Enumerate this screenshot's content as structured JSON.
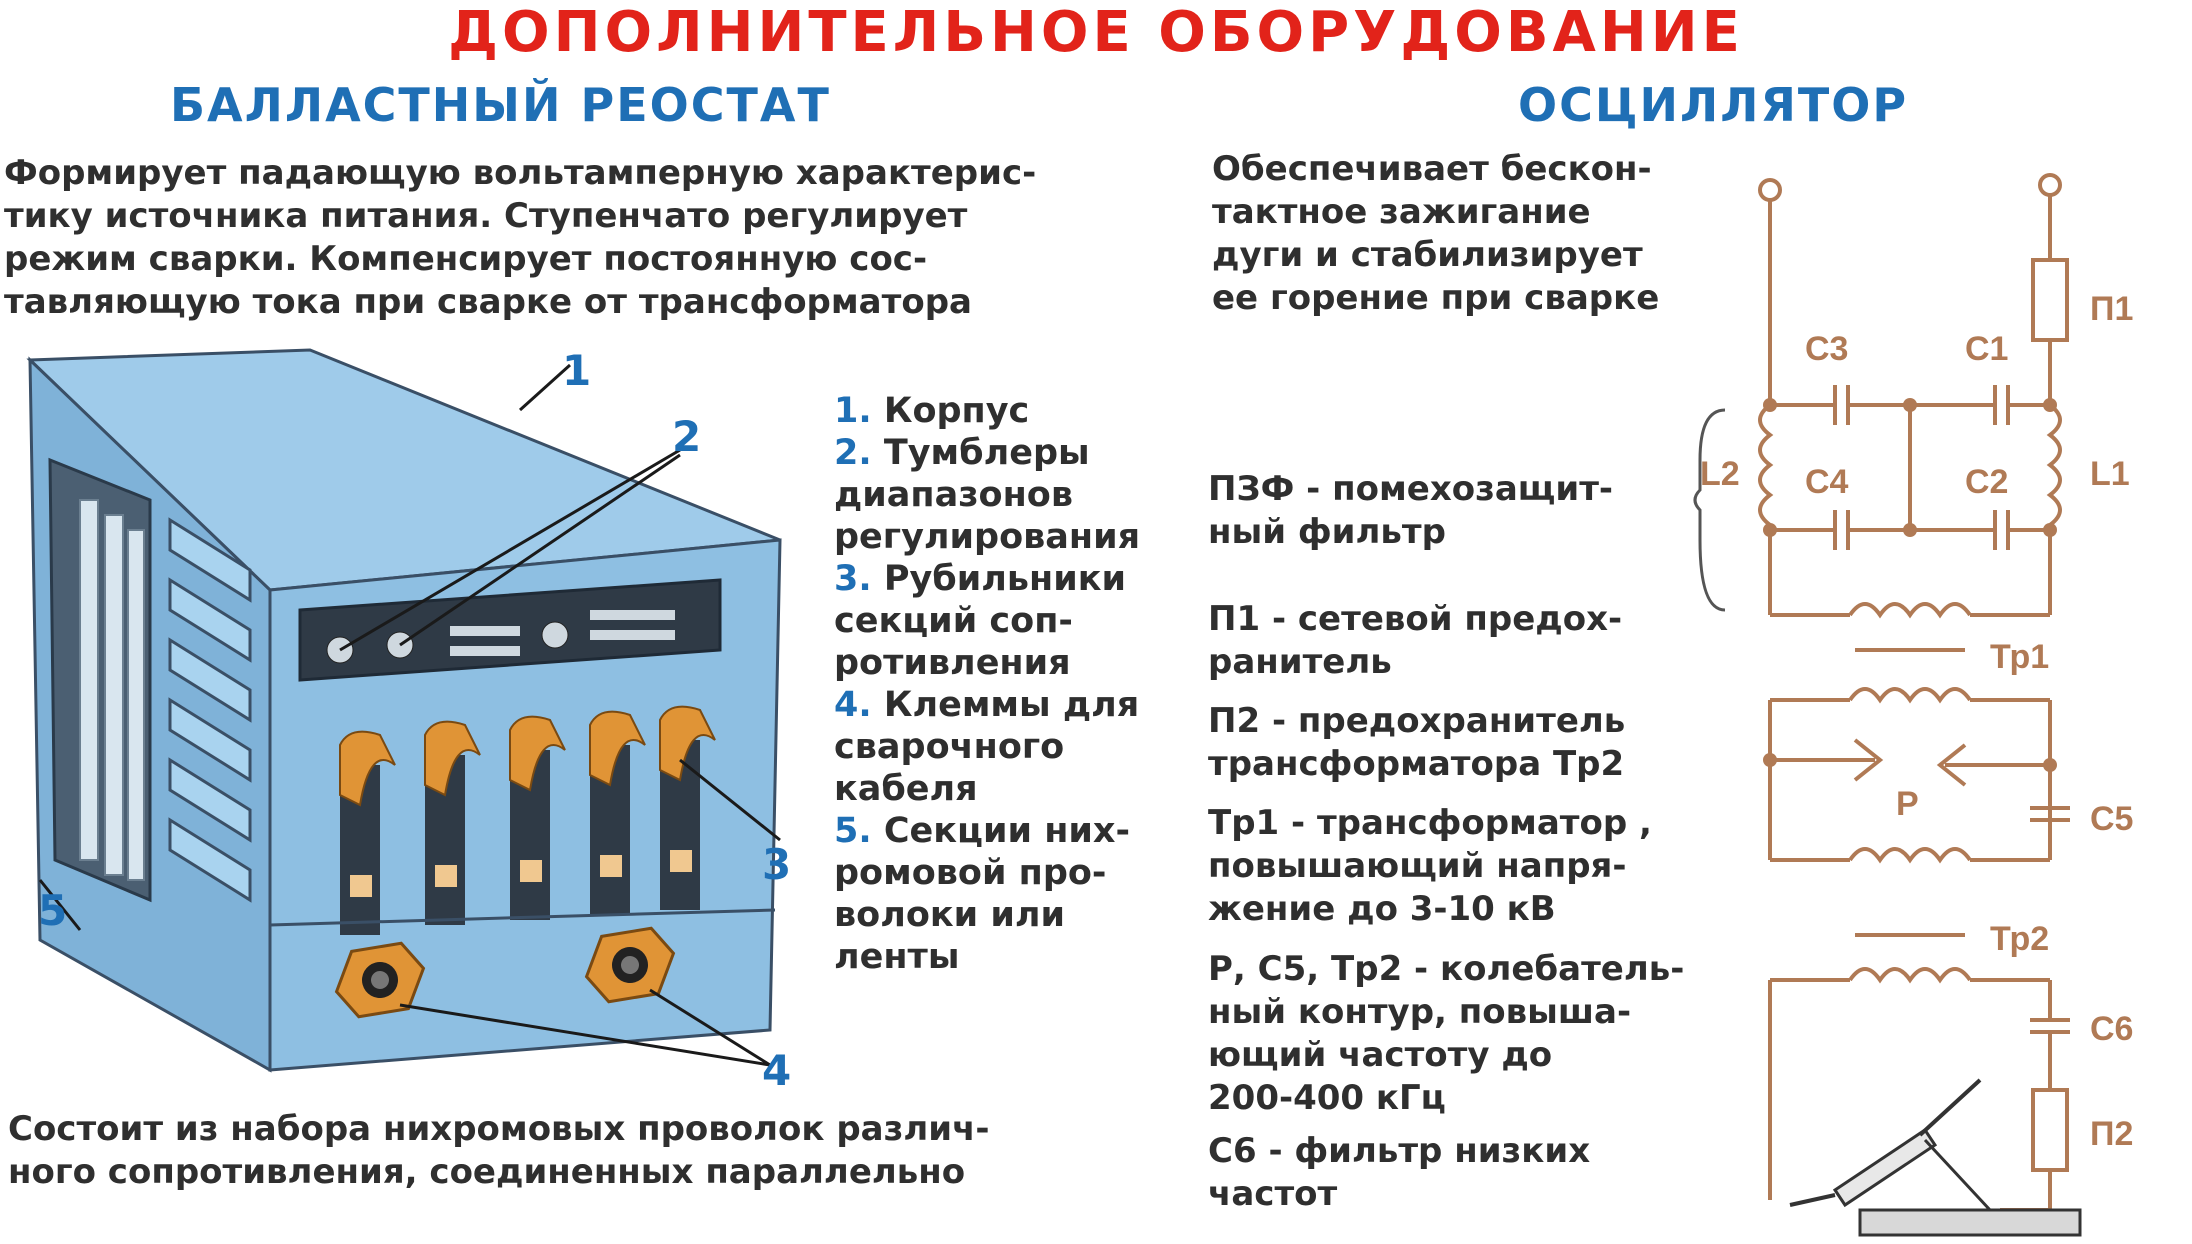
{
  "header": {
    "title": "ДОПОЛНИТЕЛЬНОЕ ОБОРУДОВАНИЕ"
  },
  "rheostat": {
    "title": "БАЛЛАСТНЫЙ РЕОСТАТ",
    "description": "Формирует падающую вольтамперную характерис-\nтику источника питания. Ступенчато регулирует\nрежим сварки. Компенсирует постоянную сос-\nтавляющую тока при сварке от трансформатора",
    "footer": "Состоит из набора нихромовых проволок различ-\nного сопротивления, соединенных параллельно",
    "callouts": [
      "1",
      "2",
      "3",
      "4",
      "5"
    ],
    "parts": [
      {
        "num": "1.",
        "text": " Корпус"
      },
      {
        "num": "2.",
        "text": " Тумблеры\nдиапазонов\nрегулирования"
      },
      {
        "num": "3.",
        "text": " Рубильники\nсекций соп-\nротивления"
      },
      {
        "num": "4.",
        "text": " Клеммы для\nсварочного\nкабеля"
      },
      {
        "num": "5.",
        "text": " Секции них-\nромовой про-\nволоки или\nленты"
      }
    ]
  },
  "oscillator": {
    "title": "ОСЦИЛЛЯТОР",
    "description": "Обеспечивает бескон-\nтактное зажигание\nдуги и стабилизирует\nее горение при сварке",
    "legend": [
      "ПЗФ - помехозащит-\nный фильтр",
      "П1 - сетевой предох-\nранитель",
      "П2 - предохранитель\nтрансформатора Тр2",
      "Тр1 - трансформатор ,\nповышающий напря-\nжение до 3-10 кВ",
      "Р, С5, Тр2 - колебатель-\nный контур, повыша-\nющий частоту до\n200-400 кГц",
      "С6 - фильтр низких\nчастот"
    ],
    "circuit_labels": {
      "p1": "П1",
      "c3": "С3",
      "c1": "С1",
      "l2": "L2",
      "c4": "С4",
      "c2": "С2",
      "l1": "L1",
      "tr1": "Тр1",
      "p": "Р",
      "c5": "С5",
      "tr2": "Тр2",
      "c6": "С6",
      "p2": "П2"
    }
  },
  "colors": {
    "title_red": "#e2231a",
    "title_blue": "#1f6fb5",
    "wire": "#b07a55",
    "body_blue": "#8ebfe2"
  }
}
